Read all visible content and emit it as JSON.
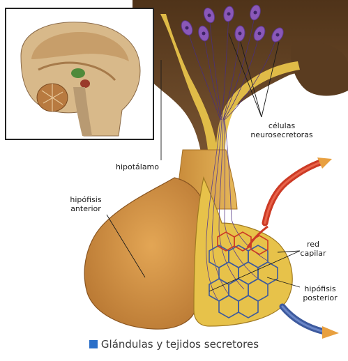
{
  "labels": {
    "neurosecretory": [
      "células",
      "neurosecretoras"
    ],
    "hypothalamus": "hipotálamo",
    "anterior_pituitary": [
      "hipófisis",
      "anterior"
    ],
    "capillary_network": [
      "red",
      "capilar"
    ],
    "posterior_pituitary": [
      "hipófisis",
      "posterior"
    ]
  },
  "caption": "Glándulas y tejidos secretores",
  "colors": {
    "brain_brown": "#6b4a2a",
    "gland_yellow": "#e7c24a",
    "anterior_orange": "#d49440",
    "neuron_purple": "#8a58b8",
    "artery_red": "#cc3a25",
    "vein_blue": "#3d5a9e",
    "caption_square": "#2b6fc9"
  },
  "inset": {
    "content": "sagittal brain section"
  }
}
